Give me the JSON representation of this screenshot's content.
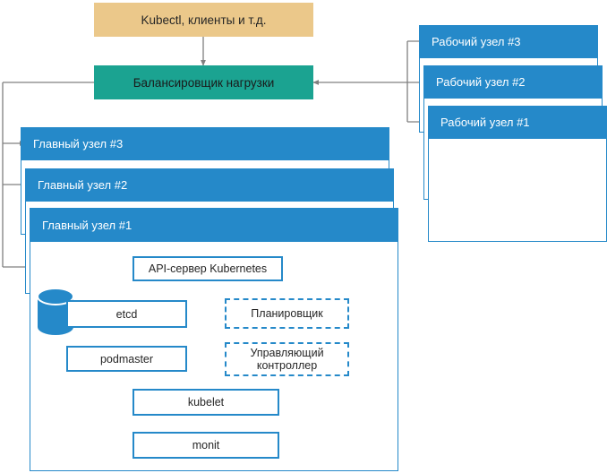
{
  "diagram": {
    "title": "Kubernetes high-availability cluster architecture",
    "colors": {
      "clients_fill": "#EBC88A",
      "load_balancer_fill": "#1BA391",
      "node_header_fill": "#2589C9",
      "node_border": "#2589C9",
      "connector_line": "#808080",
      "dashed_connector": "#A6A6A6",
      "background": "#FFFFFF"
    },
    "top": {
      "clients_label": "Kubectl, клиенты и т.д.",
      "load_balancer_label": "Балансировщик нагрузки"
    },
    "master_nodes": [
      {
        "label": "Главный узел #3"
      },
      {
        "label": "Главный узел #2"
      },
      {
        "label": "Главный узел #1"
      }
    ],
    "worker_nodes": [
      {
        "label": "Рабочий узел #3"
      },
      {
        "label": "Рабочий узел #2"
      },
      {
        "label": "Рабочий узел #1"
      }
    ],
    "master_components": [
      {
        "label": "API-сервер Kubernetes",
        "style": "solid"
      },
      {
        "label": "etcd",
        "style": "solid",
        "icon": "database-cylinder-icon"
      },
      {
        "label": "podmaster",
        "style": "solid"
      },
      {
        "label": "Планировщик",
        "style": "dashed"
      },
      {
        "label": "Управляющий контроллер",
        "style": "dashed"
      },
      {
        "label": "kubelet",
        "style": "solid"
      },
      {
        "label": "monit",
        "style": "solid"
      }
    ],
    "component_labels": {
      "api_server": "API-сервер Kubernetes",
      "etcd": "etcd",
      "podmaster": "podmaster",
      "scheduler": "Планировщик",
      "controller_line1": "Управляющий",
      "controller_line2": "контроллер",
      "kubelet": "kubelet",
      "monit": "monit"
    }
  }
}
